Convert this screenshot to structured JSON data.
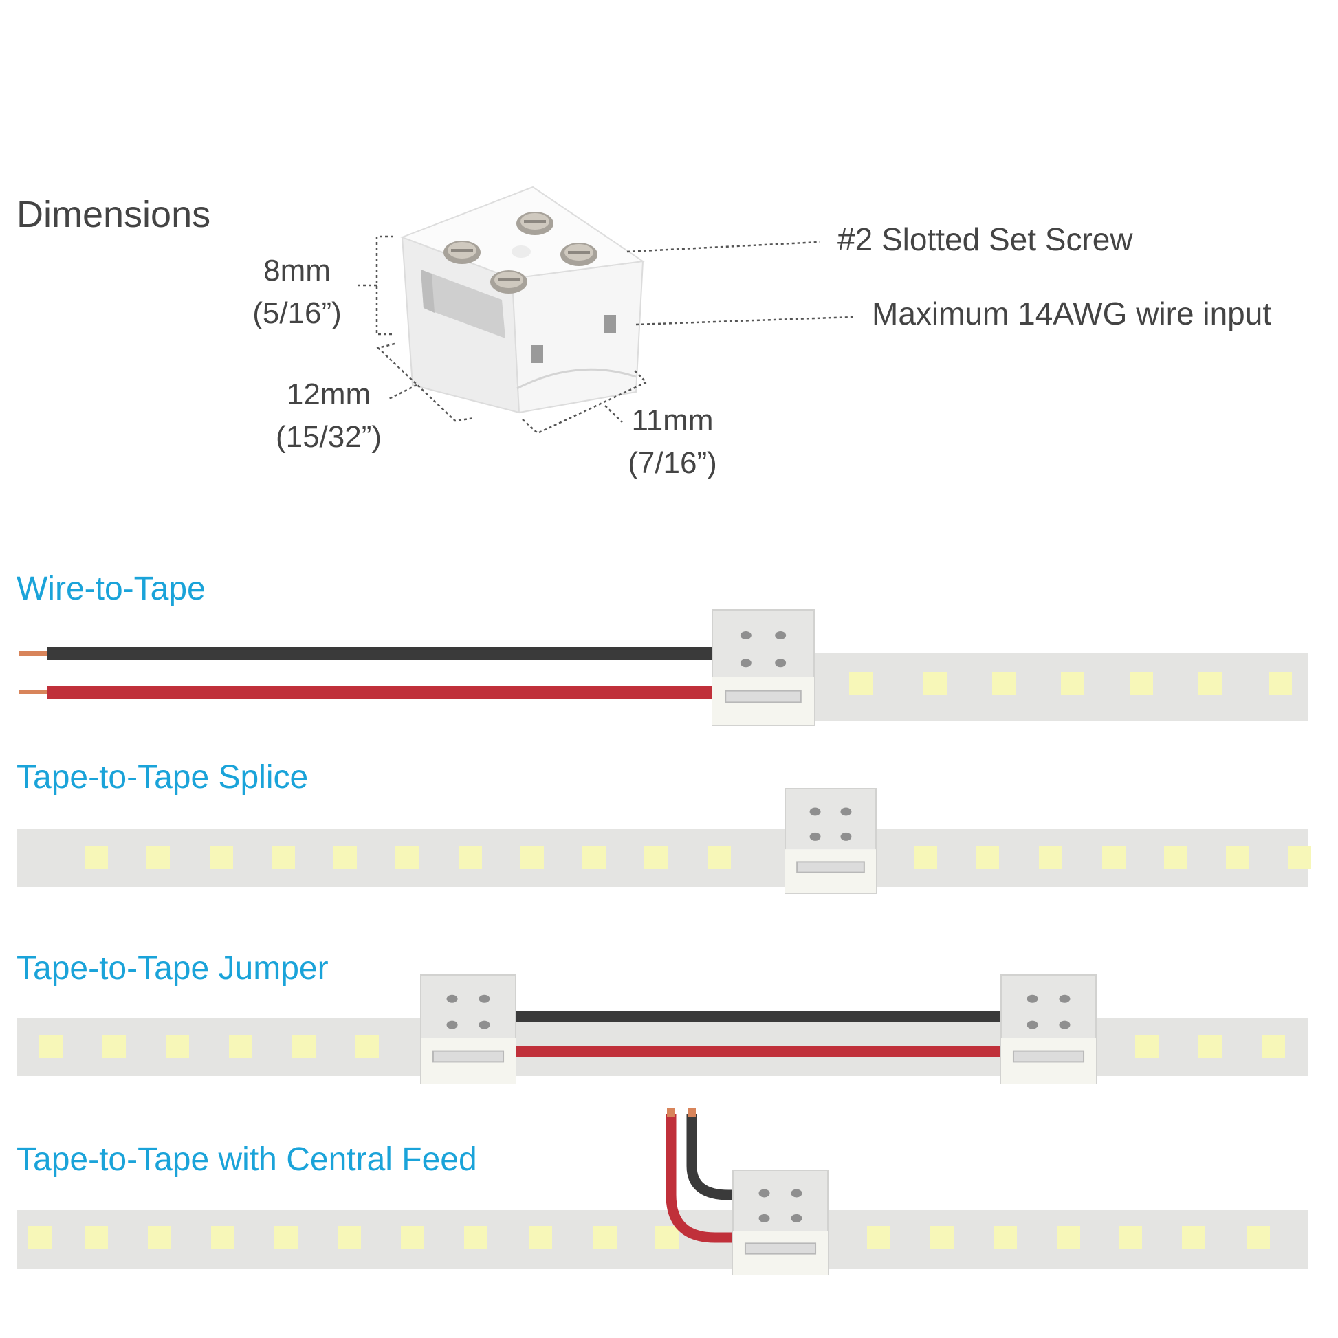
{
  "colors": {
    "section_title": "#1aa3d9",
    "text": "#444444",
    "tape": "#e4e4e2",
    "led": "#f7f7b8",
    "connector": "#e6e6e4",
    "connector_base": "#f5f5ef",
    "wire_black": "#3a3a3a",
    "wire_red": "#c0303a",
    "copper": "#d8845a"
  },
  "dimensions": {
    "title": "Dimensions",
    "height": {
      "value": "8mm",
      "fraction": "(5/16”)"
    },
    "depth": {
      "value": "12mm",
      "fraction": "(15/32”)"
    },
    "width": {
      "value": "11mm",
      "fraction": "(7/16”)"
    },
    "callouts": {
      "screw": "#2 Slotted Set Screw",
      "wire": "Maximum 14AWG wire input"
    }
  },
  "sections": [
    {
      "title": "Wire-to-Tape"
    },
    {
      "title": "Tape-to-Tape Splice"
    },
    {
      "title": "Tape-to-Tape Jumper"
    },
    {
      "title": "Tape-to-Tape with Central Feed"
    }
  ]
}
